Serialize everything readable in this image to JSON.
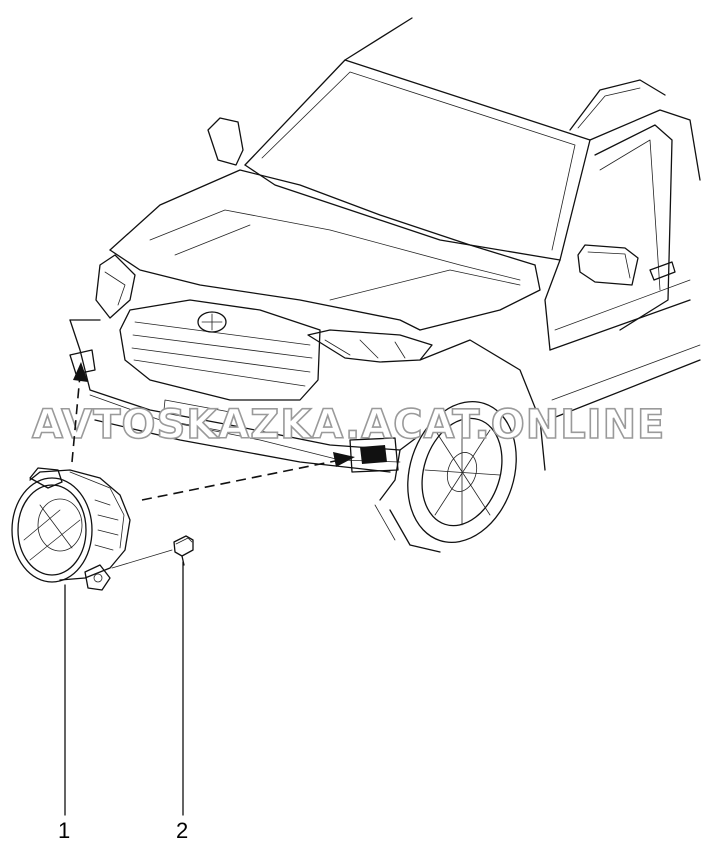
{
  "watermark": "AVTOSKAZKA.ACAT.ONLINE",
  "callouts": [
    {
      "number": "1",
      "part": "fog-lamp"
    },
    {
      "number": "2",
      "part": "screw"
    }
  ]
}
